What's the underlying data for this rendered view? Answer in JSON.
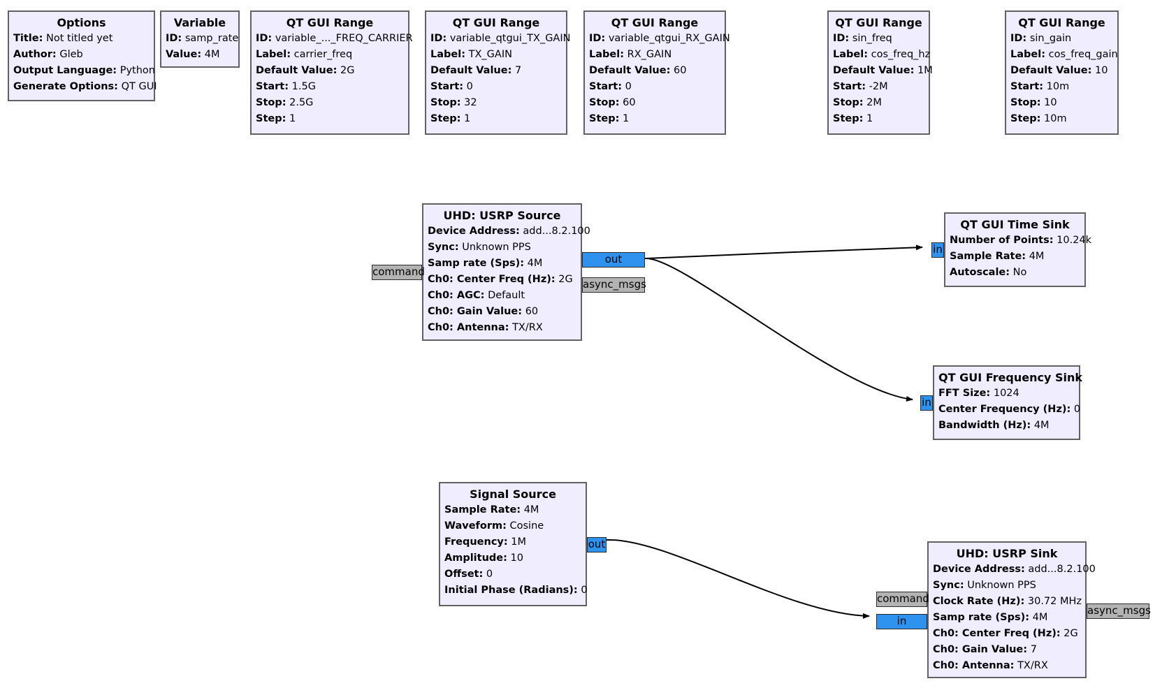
{
  "blocks": {
    "options": {
      "title": "Options",
      "rows": [
        {
          "k": "Title:",
          "v": "Not titled yet"
        },
        {
          "k": "Author:",
          "v": "Gleb"
        },
        {
          "k": "Output Language:",
          "v": "Python"
        },
        {
          "k": "Generate Options:",
          "v": "QT GUI"
        }
      ]
    },
    "variable": {
      "title": "Variable",
      "rows": [
        {
          "k": "ID:",
          "v": "samp_rate"
        },
        {
          "k": "Value:",
          "v": "4M"
        }
      ]
    },
    "range_carrier": {
      "title": "QT GUI Range",
      "rows": [
        {
          "k": "ID:",
          "v": "variable_..._FREQ_CARRIER"
        },
        {
          "k": "Label:",
          "v": "carrier_freq"
        },
        {
          "k": "Default Value:",
          "v": "2G"
        },
        {
          "k": "Start:",
          "v": "1.5G"
        },
        {
          "k": "Stop:",
          "v": "2.5G"
        },
        {
          "k": "Step:",
          "v": "1"
        }
      ]
    },
    "range_tx_gain": {
      "title": "QT GUI Range",
      "rows": [
        {
          "k": "ID:",
          "v": "variable_qtgui_TX_GAIN"
        },
        {
          "k": "Label:",
          "v": "TX_GAIN"
        },
        {
          "k": "Default Value:",
          "v": "7"
        },
        {
          "k": "Start:",
          "v": "0"
        },
        {
          "k": "Stop:",
          "v": "32"
        },
        {
          "k": "Step:",
          "v": "1"
        }
      ]
    },
    "range_rx_gain": {
      "title": "QT GUI Range",
      "rows": [
        {
          "k": "ID:",
          "v": "variable_qtgui_RX_GAIN"
        },
        {
          "k": "Label:",
          "v": "RX_GAIN"
        },
        {
          "k": "Default Value:",
          "v": "60"
        },
        {
          "k": "Start:",
          "v": "0"
        },
        {
          "k": "Stop:",
          "v": "60"
        },
        {
          "k": "Step:",
          "v": "1"
        }
      ]
    },
    "range_sin_freq": {
      "title": "QT GUI Range",
      "rows": [
        {
          "k": "ID:",
          "v": "sin_freq"
        },
        {
          "k": "Label:",
          "v": "cos_freq_hz"
        },
        {
          "k": "Default Value:",
          "v": "1M"
        },
        {
          "k": "Start:",
          "v": "-2M"
        },
        {
          "k": "Stop:",
          "v": "2M"
        },
        {
          "k": "Step:",
          "v": "1"
        }
      ]
    },
    "range_sin_gain": {
      "title": "QT GUI Range",
      "rows": [
        {
          "k": "ID:",
          "v": "sin_gain"
        },
        {
          "k": "Label:",
          "v": "cos_freq_gain"
        },
        {
          "k": "Default Value:",
          "v": "10"
        },
        {
          "k": "Start:",
          "v": "10m"
        },
        {
          "k": "Stop:",
          "v": "10"
        },
        {
          "k": "Step:",
          "v": "10m"
        }
      ]
    },
    "usrp_source": {
      "title": "UHD: USRP Source",
      "rows": [
        {
          "k": "Device Address:",
          "v": "add...8.2.100"
        },
        {
          "k": "Sync:",
          "v": "Unknown PPS"
        },
        {
          "k": "Samp rate (Sps):",
          "v": "4M"
        },
        {
          "k": "Ch0: Center Freq (Hz):",
          "v": "2G"
        },
        {
          "k": "Ch0: AGC:",
          "v": "Default"
        },
        {
          "k": "Ch0: Gain Value:",
          "v": "60"
        },
        {
          "k": "Ch0: Antenna:",
          "v": "TX/RX"
        }
      ]
    },
    "time_sink": {
      "title": "QT GUI Time Sink",
      "rows": [
        {
          "k": "Number of Points:",
          "v": "10.24k"
        },
        {
          "k": "Sample Rate:",
          "v": "4M"
        },
        {
          "k": "Autoscale:",
          "v": "No"
        }
      ]
    },
    "freq_sink": {
      "title": "QT GUI Frequency Sink",
      "rows": [
        {
          "k": "FFT Size:",
          "v": "1024"
        },
        {
          "k": "Center Frequency (Hz):",
          "v": "0"
        },
        {
          "k": "Bandwidth (Hz):",
          "v": "4M"
        }
      ]
    },
    "signal_source": {
      "title": "Signal Source",
      "rows": [
        {
          "k": "Sample Rate:",
          "v": "4M"
        },
        {
          "k": "Waveform:",
          "v": "Cosine"
        },
        {
          "k": "Frequency:",
          "v": "1M"
        },
        {
          "k": "Amplitude:",
          "v": "10"
        },
        {
          "k": "Offset:",
          "v": "0"
        },
        {
          "k": "Initial Phase (Radians):",
          "v": "0"
        }
      ]
    },
    "usrp_sink": {
      "title": "UHD: USRP Sink",
      "rows": [
        {
          "k": "Device Address:",
          "v": "add...8.2.100"
        },
        {
          "k": "Sync:",
          "v": "Unknown PPS"
        },
        {
          "k": "Clock Rate (Hz):",
          "v": "30.72 MHz"
        },
        {
          "k": "Samp rate (Sps):",
          "v": "4M"
        },
        {
          "k": "Ch0: Center Freq (Hz):",
          "v": "2G"
        },
        {
          "k": "Ch0: Gain Value:",
          "v": "7"
        },
        {
          "k": "Ch0: Antenna:",
          "v": "TX/RX"
        }
      ]
    }
  },
  "ports": {
    "usrp_source_command": "command",
    "usrp_source_out": "out",
    "usrp_source_async": "async_msgs",
    "time_sink_in": "in",
    "freq_sink_in": "in",
    "signal_source_out": "out",
    "usrp_sink_command": "command",
    "usrp_sink_in": "in",
    "usrp_sink_async": "async_msgs"
  },
  "colors": {
    "block_bg": "#efedff",
    "block_border": "#616161",
    "stream_port": "#2f92ef",
    "message_port": "#b3b3b3",
    "wire": "#000000"
  }
}
